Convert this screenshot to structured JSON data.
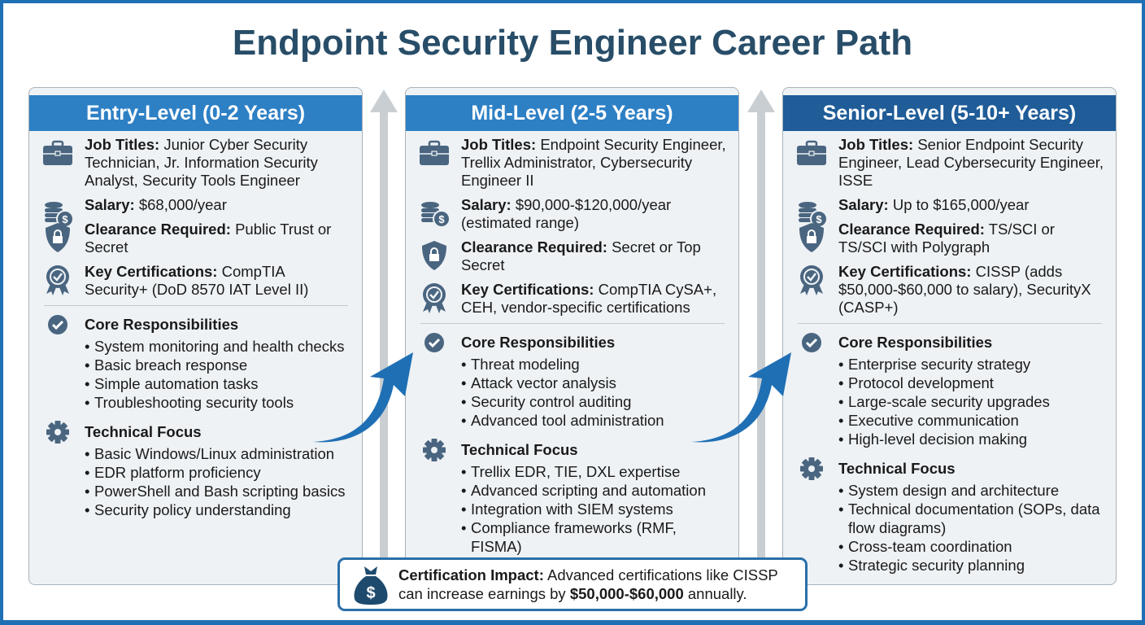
{
  "title": "Endpoint Security Engineer Career Path",
  "colors": {
    "frame": "#1f6fb5",
    "title": "#284d68",
    "header_entry": "#2e80c5",
    "header_mid": "#2e80c5",
    "header_senior": "#1f5c98",
    "icon": "#4a6580",
    "arrow": "#1f6fb5"
  },
  "levels": [
    {
      "header": "Entry-Level (0-2 Years)",
      "job_label": "Job Titles:",
      "job": " Junior Cyber Security Technician, Jr. Information Security Analyst, Security Tools Engineer",
      "salary_label": "Salary:",
      "salary": " $68,000/year",
      "clearance_label": "Clearance Required:",
      "clearance": " Public Trust or Secret",
      "cert_label": "Key Certifications:",
      "cert": " CompTIA Security+ (DoD 8570 IAT Level II)",
      "core_title": "Core Responsibilities",
      "core": [
        "System monitoring and health checks",
        "Basic breach response",
        "Simple automation tasks",
        "Troubleshooting security tools"
      ],
      "tech_title": "Technical Focus",
      "tech": [
        "Basic Windows/Linux administration",
        "EDR platform proficiency",
        "PowerShell and Bash scripting basics",
        "Security policy understanding"
      ]
    },
    {
      "header": "Mid-Level (2-5 Years)",
      "job_label": "Job Titles:",
      "job": " Endpoint Security Engineer, Trellix Administrator, Cybersecurity Engineer II",
      "salary_label": "Salary:",
      "salary": " $90,000-$120,000/year (estimated range)",
      "clearance_label": "Clearance Required:",
      "clearance": " Secret or Top Secret",
      "cert_label": "Key Certifications:",
      "cert": " CompTIA CySA+, CEH, vendor-specific certifications",
      "core_title": "Core Responsibilities",
      "core": [
        "Threat modeling",
        "Attack vector analysis",
        "Security control auditing",
        "Advanced tool administration"
      ],
      "tech_title": "Technical Focus",
      "tech": [
        "Trellix EDR, TIE, DXL expertise",
        "Advanced scripting and automation",
        "Integration with SIEM systems",
        "Compliance frameworks (RMF, FISMA)"
      ]
    },
    {
      "header": "Senior-Level (5-10+ Years)",
      "job_label": "Job Titles:",
      "job": " Senior Endpoint Security Engineer, Lead Cybersecurity Engineer, ISSE",
      "salary_label": "Salary:",
      "salary": " Up to $165,000/year",
      "clearance_label": "Clearance Required:",
      "clearance": " TS/SCI or TS/SCI with Polygraph",
      "cert_label": "Key Certifications:",
      "cert": " CISSP (adds $50,000-$60,000 to salary), SecurityX (CASP+)",
      "core_title": "Core Responsibilities",
      "core": [
        "Enterprise security strategy",
        "Protocol development",
        "Large-scale security upgrades",
        "Executive communication",
        "High-level decision making"
      ],
      "tech_title": "Technical Focus",
      "tech": [
        "System design and architecture",
        "Technical documentation (SOPs, data flow diagrams)",
        "Cross-team coordination",
        "Strategic security planning"
      ]
    }
  ],
  "callout": {
    "label": "Certification Impact:",
    "text1": " Advanced certifications like CISSP can increase earnings by ",
    "amount": "$50,000-$60,000",
    "text2": " annually."
  }
}
